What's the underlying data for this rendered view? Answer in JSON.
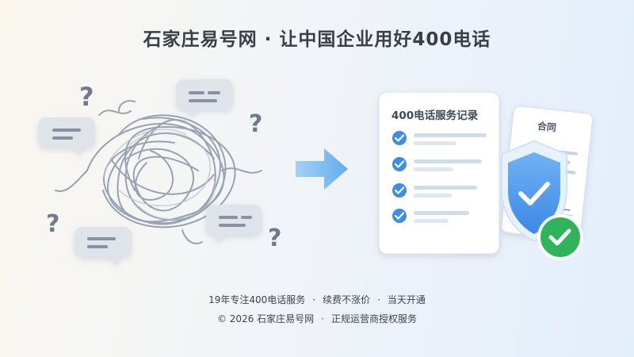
{
  "title": "石家庄易号网 · 让中国企业用好400电话",
  "card": {
    "title": "400电话服务记录"
  },
  "contract": {
    "title": "合同"
  },
  "footer": {
    "line1": {
      "a": "19年专注400电话服务",
      "b": "续费不涨价",
      "c": "当天开通"
    },
    "line2": {
      "a": "© 2026 石家庄易号网",
      "b": "正规运营商授权服务"
    },
    "separator": "·"
  },
  "icons": [
    "question-mark-icon",
    "speech-bubble-icon",
    "arrow-right-icon",
    "check-icon",
    "shield-check-icon",
    "signature-icon"
  ],
  "colors": {
    "accent_blue": "#3b8eea",
    "check_green": "#2fb45a",
    "tangle": "#8a97aa"
  }
}
